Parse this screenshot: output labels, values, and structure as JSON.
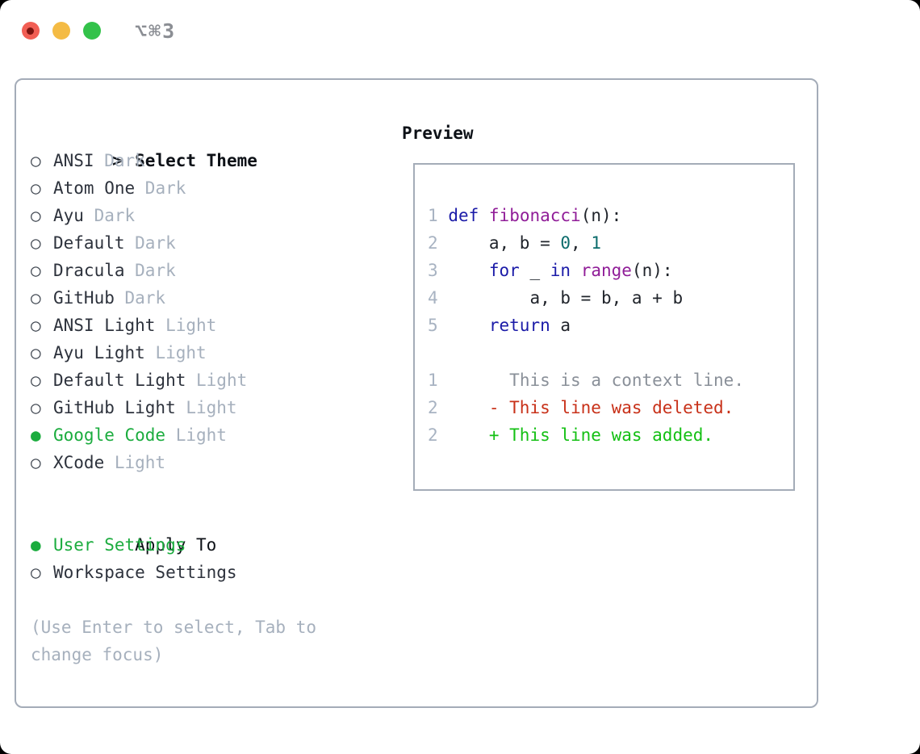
{
  "colors": {
    "accent_green": "#1bac3e",
    "muted": "#a6b0bd",
    "text": "#2d323c",
    "heading": "#0d1117",
    "circle": "#3f4650",
    "panel_border": "#a4acb8",
    "title_gray": "#8b8e94",
    "tl_red": "#f15e54",
    "tl_red_dot": "#7c1410",
    "tl_yellow": "#f4bb44",
    "tl_green": "#33c24a",
    "num": "#a8b3c2",
    "pln": "#20242b",
    "kwd": "#1b1ba8",
    "typ": "#901d98",
    "lit": "#0c6c6c",
    "ctx": "#8a9099",
    "del": "#c83119",
    "add": "#14c014"
  },
  "titlebar": {
    "title": "⌥⌘3"
  },
  "theme_picker": {
    "header_marker": ">",
    "header": "Select Theme",
    "themes": [
      {
        "name": "ANSI",
        "variant": "Dark",
        "selected": false
      },
      {
        "name": "Atom One",
        "variant": "Dark",
        "selected": false
      },
      {
        "name": "Ayu",
        "variant": "Dark",
        "selected": false
      },
      {
        "name": "Default",
        "variant": "Dark",
        "selected": false
      },
      {
        "name": "Dracula",
        "variant": "Dark",
        "selected": false
      },
      {
        "name": "GitHub",
        "variant": "Dark",
        "selected": false
      },
      {
        "name": "ANSI Light",
        "variant": "Light",
        "selected": false
      },
      {
        "name": "Ayu Light",
        "variant": "Light",
        "selected": false
      },
      {
        "name": "Default Light",
        "variant": "Light",
        "selected": false
      },
      {
        "name": "GitHub Light",
        "variant": "Light",
        "selected": false
      },
      {
        "name": "Google Code",
        "variant": "Light",
        "selected": true
      },
      {
        "name": "XCode",
        "variant": "Light",
        "selected": false
      }
    ],
    "apply_to": {
      "header": "Apply To",
      "options": [
        {
          "name": "User Settings",
          "selected": true
        },
        {
          "name": "Workspace Settings",
          "selected": false
        }
      ]
    },
    "hint_lines": [
      "(Use Enter to select, Tab to",
      "change focus)"
    ],
    "marker_selected": "●",
    "marker_unselected": "○"
  },
  "preview": {
    "header": "Preview",
    "lines": [
      {
        "tokens": [
          [
            "num",
            "1"
          ],
          [
            "pln",
            " "
          ],
          [
            "kwd",
            "def"
          ],
          [
            "pln",
            " "
          ],
          [
            "typ",
            "fibonacci"
          ],
          [
            "pln",
            "(n):"
          ]
        ]
      },
      {
        "tokens": [
          [
            "num",
            "2"
          ],
          [
            "pln",
            "     a, b = "
          ],
          [
            "lit",
            "0"
          ],
          [
            "pln",
            ", "
          ],
          [
            "lit",
            "1"
          ]
        ]
      },
      {
        "tokens": [
          [
            "num",
            "3"
          ],
          [
            "pln",
            "     "
          ],
          [
            "kwd",
            "for"
          ],
          [
            "pln",
            " _ "
          ],
          [
            "kwd",
            "in"
          ],
          [
            "pln",
            " "
          ],
          [
            "typ",
            "range"
          ],
          [
            "pln",
            "(n):"
          ]
        ]
      },
      {
        "tokens": [
          [
            "num",
            "4"
          ],
          [
            "pln",
            "         a, b = b, a + b"
          ]
        ]
      },
      {
        "tokens": [
          [
            "num",
            "5"
          ],
          [
            "pln",
            "     "
          ],
          [
            "kwd",
            "return"
          ],
          [
            "pln",
            " a"
          ]
        ]
      },
      {
        "tokens": []
      },
      {
        "tokens": [
          [
            "num",
            "1"
          ],
          [
            "pln",
            "       "
          ],
          [
            "ctx",
            "This is a context line."
          ]
        ]
      },
      {
        "tokens": [
          [
            "num",
            "2"
          ],
          [
            "pln",
            "     "
          ],
          [
            "del",
            "- This line was deleted."
          ]
        ]
      },
      {
        "tokens": [
          [
            "num",
            "2"
          ],
          [
            "pln",
            "     "
          ],
          [
            "add",
            "+ This line was added."
          ]
        ]
      }
    ]
  }
}
